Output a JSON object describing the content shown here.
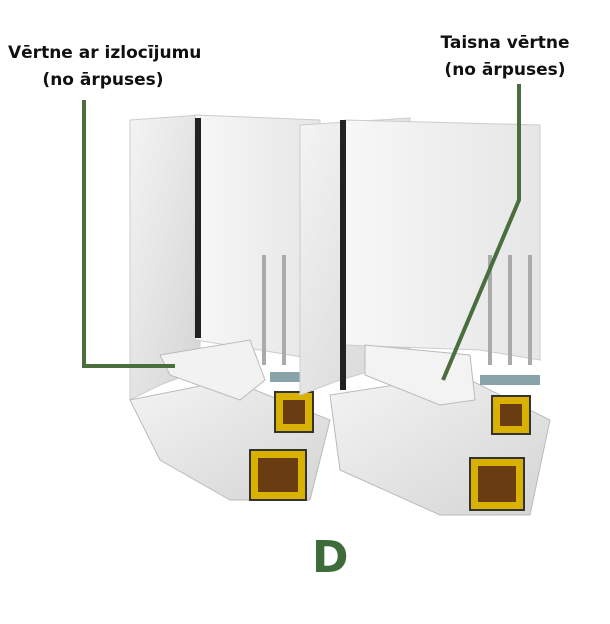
{
  "labels": {
    "left": {
      "line1": "Vērtne ar izlocījumu",
      "line2": "(no ārpuses)"
    },
    "right": {
      "line1": "Taisna vērtne",
      "line2": "(no ārpuses)"
    }
  },
  "variant_letter": "D",
  "colors": {
    "leader": "#4a6e3e",
    "letter": "#3f6a3a",
    "steel": "#d9b100"
  }
}
